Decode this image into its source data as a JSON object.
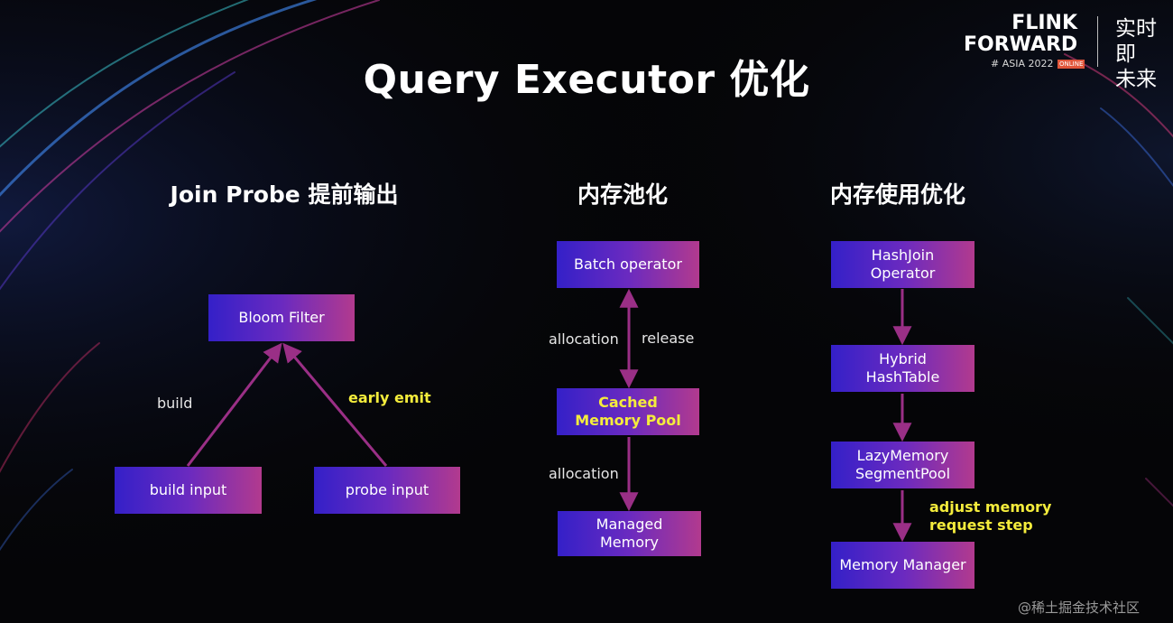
{
  "title": "Query Executor 优化",
  "logo": {
    "line1": "FLINK",
    "line2": "FORWARD",
    "sub": "# ASIA 2022",
    "badge": "ONLINE",
    "cn": "实时即\n未来"
  },
  "sections": {
    "join": {
      "title": "Join Probe 提前输出",
      "bloom_filter": "Bloom Filter",
      "build_input": "build input",
      "probe_input": "probe input",
      "label_build": "build",
      "label_early_emit": "early emit"
    },
    "pool": {
      "title": "内存池化",
      "batch_operator": "Batch operator",
      "cached_pool": "Cached\nMemory Pool",
      "managed_memory": "Managed\nMemory",
      "label_allocation_1": "allocation",
      "label_release": "release",
      "label_allocation_2": "allocation"
    },
    "usage": {
      "title": "内存使用优化",
      "hashjoin": "HashJoin\nOperator",
      "hybrid": "Hybrid\nHashTable",
      "lazy": "LazyMemory\nSegmentPool",
      "manager": "Memory Manager",
      "label_adjust": "adjust memory\nrequest step"
    }
  },
  "watermark": "@稀土掘金技术社区",
  "colors": {
    "arrow": "#9a2f86",
    "highlight": "#f4ec3c",
    "box_start": "#3420c8",
    "box_end": "#b23a8e"
  }
}
